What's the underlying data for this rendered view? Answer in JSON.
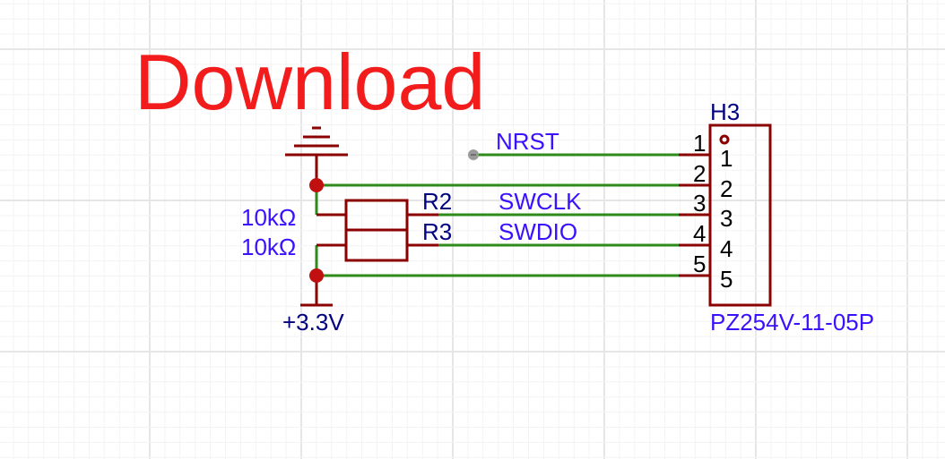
{
  "title": "Download",
  "colors": {
    "title": "#f21c1c",
    "wire": "#2e8b1a",
    "symbol": "#8b0000",
    "junction": "#c0100f",
    "net_label": "#3a10ff",
    "ref_label": "#000080",
    "grid_minor": "#f3f3f3",
    "grid_major": "#e6e6e6"
  },
  "power": {
    "gnd_symbol": "ground-icon",
    "vcc_label": "+3.3V"
  },
  "resistors": [
    {
      "ref": "R2",
      "value": "10kΩ",
      "net": "SWCLK"
    },
    {
      "ref": "R3",
      "value": "10kΩ",
      "net": "SWDIO"
    }
  ],
  "nets": {
    "nrst": "NRST",
    "swclk": "SWCLK",
    "swdio": "SWDIO"
  },
  "connector": {
    "ref": "H3",
    "part": "PZ254V-11-05P",
    "pins": [
      {
        "num": "1",
        "name": "1"
      },
      {
        "num": "2",
        "name": "2"
      },
      {
        "num": "3",
        "name": "3"
      },
      {
        "num": "4",
        "name": "4"
      },
      {
        "num": "5",
        "name": "5"
      }
    ]
  }
}
